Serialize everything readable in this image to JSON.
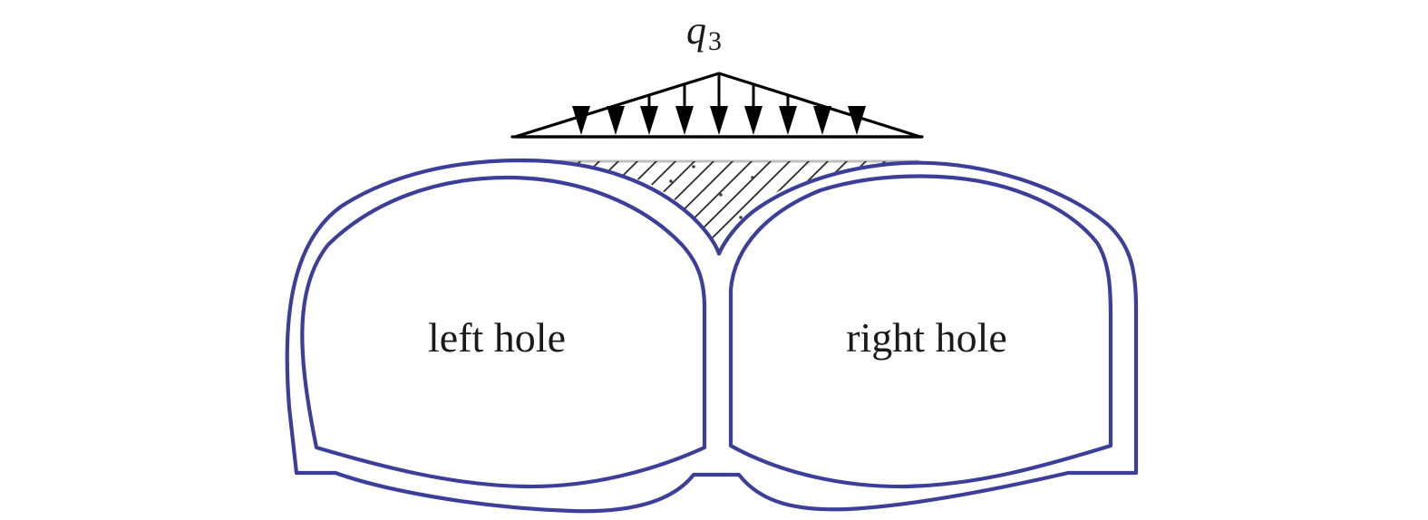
{
  "load": {
    "symbol": "q",
    "subscript": "3"
  },
  "labels": {
    "left": "left hole",
    "right": "right hole"
  },
  "colors": {
    "lining": "#3b3f9a",
    "load": "#000000",
    "hatch": "#2b2b2b"
  }
}
